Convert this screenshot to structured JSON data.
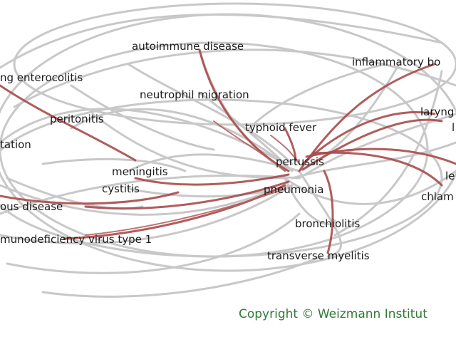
{
  "nodes": [
    {
      "id": "autoimmune",
      "label": "autoimmune disease"
    },
    {
      "id": "inflammatory",
      "label": "inflammatory bo"
    },
    {
      "id": "enterocolitis",
      "label": "ng enterocolitis"
    },
    {
      "id": "neutrophil",
      "label": "neutrophil migration"
    },
    {
      "id": "peritonitis",
      "label": "peritonitis"
    },
    {
      "id": "laryng",
      "label": "laryng"
    },
    {
      "id": "l",
      "label": "l"
    },
    {
      "id": "typhoid",
      "label": "typhoid fever"
    },
    {
      "id": "tation",
      "label": "tation"
    },
    {
      "id": "pertussis",
      "label": "pertussis"
    },
    {
      "id": "meningitis",
      "label": "meningitis"
    },
    {
      "id": "le",
      "label": "le"
    },
    {
      "id": "cystitis",
      "label": "cystitis"
    },
    {
      "id": "pneumonia",
      "label": "pneumonia"
    },
    {
      "id": "chlam",
      "label": "chlam"
    },
    {
      "id": "ousdisease",
      "label": "ous disease"
    },
    {
      "id": "bronchiolitis",
      "label": "bronchiolitis"
    },
    {
      "id": "hiv",
      "label": "munodeficiency virus type 1"
    },
    {
      "id": "myelitis",
      "label": "transverse myelitis"
    }
  ],
  "copyright": "Copyright © Weizmann Institut"
}
